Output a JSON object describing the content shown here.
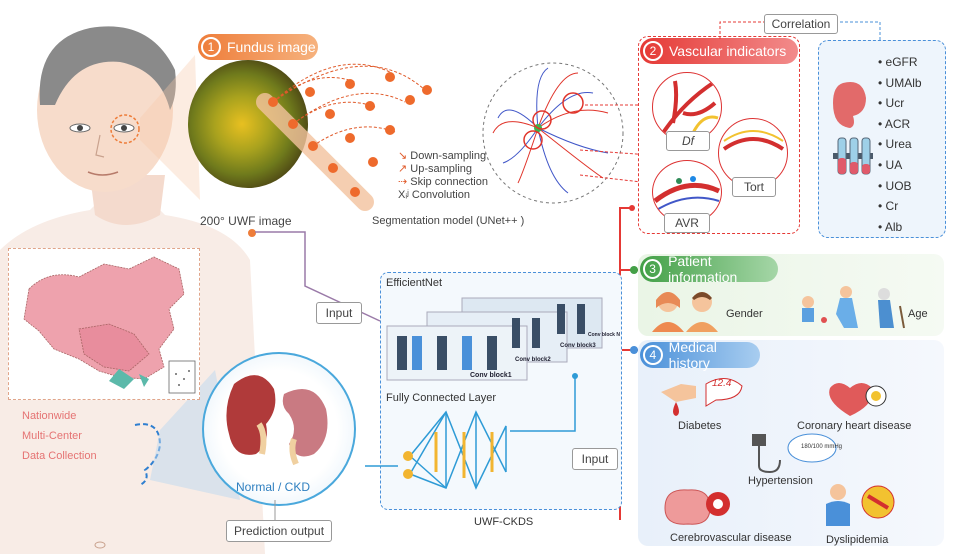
{
  "fundus": {
    "step": "1",
    "label": "Fundus image",
    "caption": "200° UWF image",
    "seg_title": "Segmentation model (UNet++ )"
  },
  "legend": {
    "down": "Down-sampling",
    "up": "Up-sampling",
    "skip": "Skip connection",
    "conv": "Convolution",
    "conv_symbol": "Xᵢʲ"
  },
  "vascular": {
    "step": "2",
    "label": "Vascular indicators",
    "df": "Df",
    "tort": "Tort",
    "avr": "AVR"
  },
  "correlation": "Correlation",
  "labs": [
    "eGFR",
    "UMAlb",
    "Ucr",
    "ACR",
    "Urea",
    "UA",
    "UOB",
    "Cr",
    "Alb"
  ],
  "patient": {
    "step": "3",
    "label": "Patient information",
    "gender": "Gender",
    "age": "Age"
  },
  "history": {
    "step": "4",
    "label": "Medical history",
    "diabetes": "Diabetes",
    "glucose": "12.4",
    "chd": "Coronary heart disease",
    "hypertension": "Hypertension",
    "bp": "180/100 mmHg",
    "cerebro": "Cerebrovascular disease",
    "dyslipidemia": "Dyslipidemia"
  },
  "model": {
    "efficientnet": "EfficientNet",
    "cb1": "Conv block1",
    "cb2": "Conv block2",
    "cb3": "Conv block3",
    "cbn": "Conv block N",
    "fc": "Fully Connected Layer",
    "name": "UWF-CKDS"
  },
  "buttons": {
    "input1": "Input",
    "input2": "Input",
    "prediction": "Prediction output"
  },
  "kidney_label": "Normal / CKD",
  "map_labels": [
    "Nationwide",
    "Multi-Center",
    "Data Collection"
  ],
  "colors": {
    "orange": "#ee7d3a",
    "red": "#e53935",
    "green": "#43a047",
    "blue": "#4a90d9",
    "pink": "#f2a6b4",
    "teal": "#4fb3a7"
  }
}
